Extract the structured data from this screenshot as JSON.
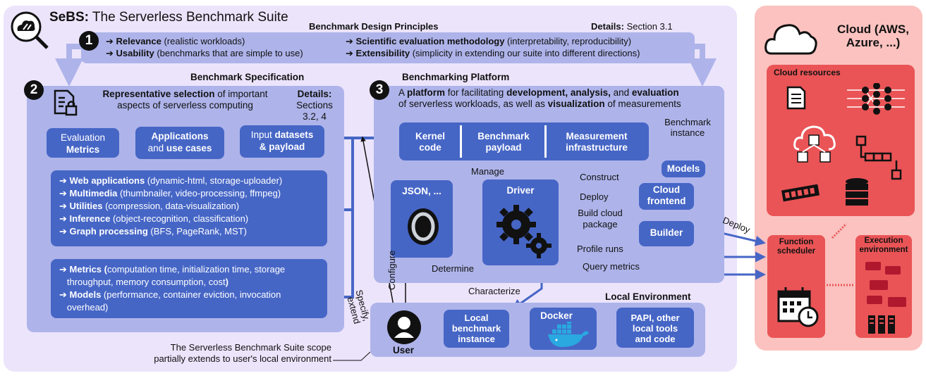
{
  "header": {
    "title_bold": "SeBS:",
    "title_rest": " The Serverless Benchmark Suite"
  },
  "principles": {
    "title": "Benchmark Design Principles",
    "details_label": "Details:",
    "details_value": " Section 3.1",
    "number": "1",
    "items": [
      {
        "bold": "Relevance",
        "rest": " (realistic workloads)"
      },
      {
        "bold": "Usability",
        "rest": " (benchmarks that are simple to use)"
      },
      {
        "bold": "Scientific evaluation methodology",
        "rest": " (interpretability, reproducibility)"
      },
      {
        "bold": "Extensibility",
        "rest": " (simplicity in extending our suite into different directions)"
      }
    ]
  },
  "spec": {
    "title": "Benchmark Specification",
    "number": "2",
    "desc_bold": "Representative selection",
    "desc_rest1": " of important",
    "desc_rest2": "aspects of serverless computing",
    "details_label": "Details:",
    "details_value1": "Sections",
    "details_value2": "3.2, 4",
    "eval_line1": "Evaluation",
    "eval_line2": "Metrics",
    "apps_line1": "Applications",
    "apps_and": "and ",
    "apps_line2b": "use cases",
    "input_pre": "Input ",
    "input_b1": "datasets",
    "input_line2": "& payload",
    "apps_list": [
      {
        "bold": "Web applications",
        "rest": " (dynamic-html, storage-uploader)"
      },
      {
        "bold": "Multimedia",
        "rest": " (thumbnailer, video-processing, ffmpeg)"
      },
      {
        "bold": "Utilities",
        "rest": " (compression, data-visualization)"
      },
      {
        "bold": "Inference",
        "rest": " (object-recognition, classification)"
      },
      {
        "bold": "Graph processing",
        "rest": " (BFS, PageRank, MST)"
      }
    ],
    "metrics_l1_bold": "Metrics (",
    "metrics_l1_rest": "computation time, initialization time, storage",
    "metrics_l2": "throughput, memory consumption, cost",
    "metrics_l2_end": ")",
    "models_bold": "Models",
    "models_rest": " (performance, container eviction, invocation",
    "models_l2": "overhead)"
  },
  "platform": {
    "title": "Benchmarking Platform",
    "number": "3",
    "l1_a": "A ",
    "l1_b": "platform",
    "l1_c": " for facilitating ",
    "l1_d": "development, analysis,",
    "l1_e": " and ",
    "l1_f": "evaluation",
    "l2_a": "of serverless workloads, as well as ",
    "l2_b": "visualization",
    "l2_c": " of measurements",
    "kernel": [
      "Kernel",
      "code"
    ],
    "payload": [
      "Benchmark",
      "payload"
    ],
    "measure": [
      "Measurement",
      "infrastructure"
    ],
    "instance_label": [
      "Benchmark",
      "instance"
    ],
    "json_label": "JSON, ...",
    "driver": "Driver",
    "models": "Models",
    "cloud_frontend": [
      "Cloud",
      "frontend"
    ],
    "builder": "Builder",
    "edge_labels": {
      "manage": "Manage",
      "construct": "Construct",
      "deploy": "Deploy",
      "build1": "Build cloud",
      "build2": "package",
      "profile": "Profile runs",
      "query": "Query metrics",
      "determine": "Determine",
      "characterize": "Characterize",
      "configure": "Configure",
      "specify": "Specify,",
      "extend": "extend",
      "deploy2": "Deploy"
    }
  },
  "local": {
    "title": "Local Environment",
    "instance": [
      "Local",
      "benchmark",
      "instance"
    ],
    "docker": "Docker",
    "papi": [
      "PAPI, other",
      "local tools",
      "and code"
    ],
    "user": "User"
  },
  "scope_note": [
    "The Serverless Benchmark Suite scope",
    "partially extends to user's local environment"
  ],
  "cloud": {
    "title": [
      "Cloud (AWS,",
      "Azure, ...)"
    ],
    "resources": "Cloud resources",
    "scheduler": [
      "Function",
      "scheduler"
    ],
    "exec": [
      "Execution",
      "environment"
    ]
  },
  "colors": {
    "accent": "#4666c6",
    "panel": "#aeb4ea",
    "suite_bg": "#ece4fb",
    "cloud_bg": "#fbc2bf",
    "cloud_box": "#ea5456"
  }
}
